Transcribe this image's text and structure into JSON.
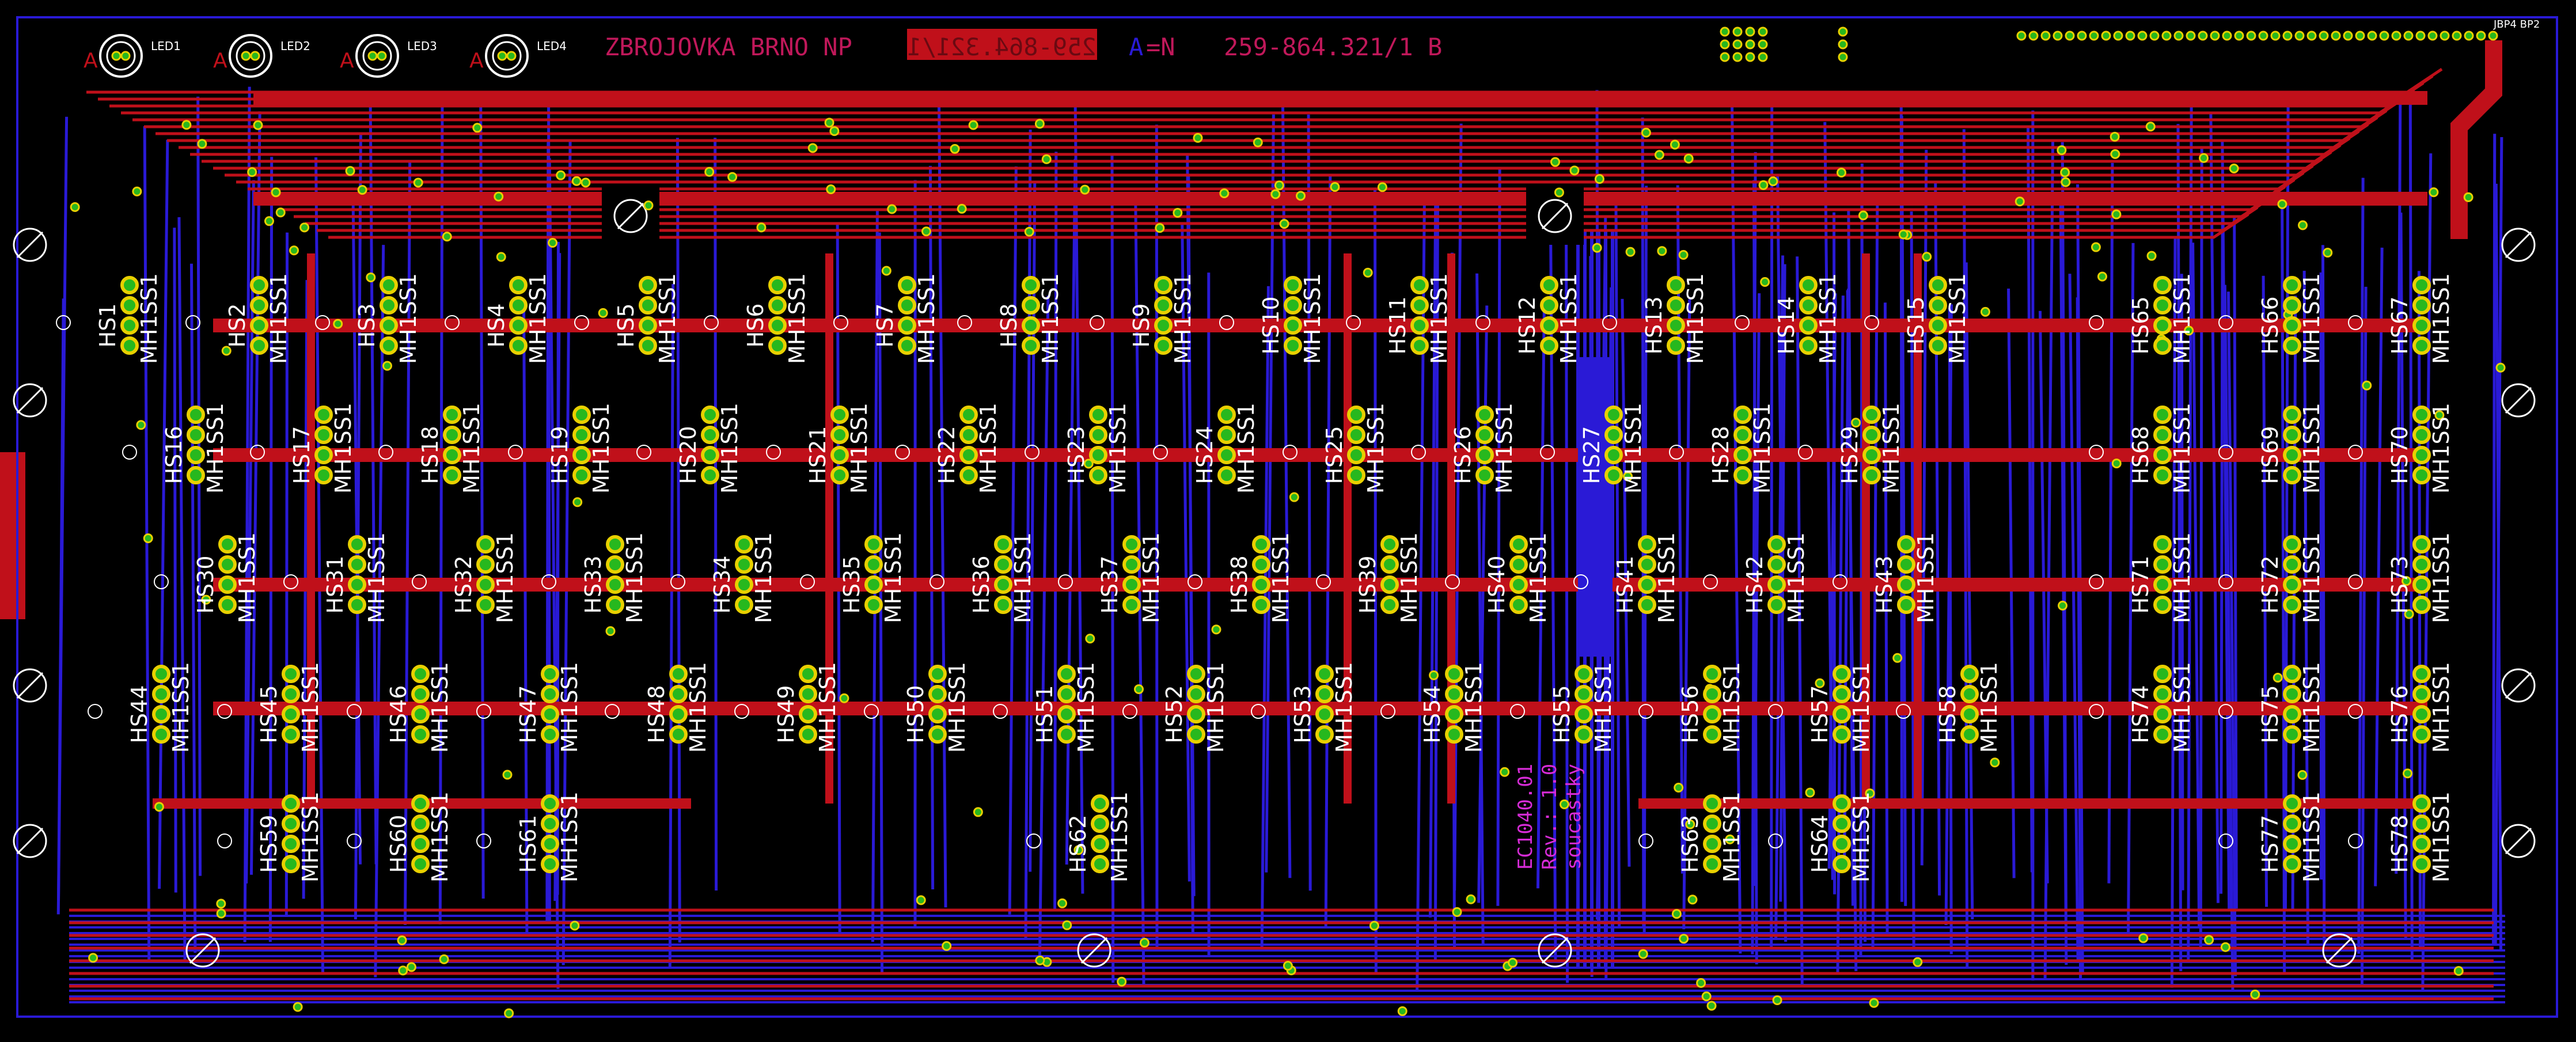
{
  "board": {
    "title_left": "ZBROJOVKA BRNO NP",
    "title_mirror": "259-864.321/1",
    "title_a": "A",
    "title_eq": "=N",
    "title_part": "259-864.321/1 B",
    "note_line1": "EC1040.01",
    "note_line2": "Rev.: 1.0",
    "note_line3": "soucastky",
    "connector_label": "JBP4 BP2",
    "colors": {
      "background": "#000000",
      "top_copper": "#c0101a",
      "bottom_copper": "#2a1ad6",
      "pad_outer": "#e8d000",
      "pad_inner": "#27b81e",
      "silkscreen": "#ffffff",
      "magenta_text": "#d62bd6"
    }
  },
  "leds": [
    {
      "ref": "LED1",
      "polarity": "A"
    },
    {
      "ref": "LED2",
      "polarity": "A"
    },
    {
      "ref": "LED3",
      "polarity": "A"
    },
    {
      "ref": "LED4",
      "polarity": "A"
    }
  ],
  "switch_value": "MH1SS1",
  "rows": [
    {
      "refs": [
        "HS1",
        "HS2",
        "HS3",
        "HS4",
        "HS5",
        "HS6",
        "HS7",
        "HS8",
        "HS9",
        "HS10",
        "HS11",
        "HS12",
        "HS13",
        "HS14",
        "HS15",
        "HS65",
        "HS66",
        "HS67"
      ]
    },
    {
      "refs": [
        "HS16",
        "HS17",
        "HS18",
        "HS19",
        "HS20",
        "HS21",
        "HS22",
        "HS23",
        "HS24",
        "HS25",
        "HS26",
        "HS27",
        "HS28",
        "HS29",
        "HS68",
        "HS69",
        "HS70"
      ]
    },
    {
      "refs": [
        "HS30",
        "HS31",
        "HS32",
        "HS33",
        "HS34",
        "HS35",
        "HS36",
        "HS37",
        "HS38",
        "HS39",
        "HS40",
        "HS41",
        "HS42",
        "HS43",
        "HS71",
        "HS72",
        "HS73"
      ]
    },
    {
      "refs": [
        "HS44",
        "HS45",
        "HS46",
        "HS47",
        "HS48",
        "HS49",
        "HS50",
        "HS51",
        "HS52",
        "HS53",
        "HS54",
        "HS55",
        "HS56",
        "HS57",
        "HS58",
        "HS74",
        "HS75",
        "HS76"
      ]
    },
    {
      "refs": [
        "HS59",
        "HS60",
        "HS61",
        "HS62",
        "HS63",
        "HS64",
        "HS77",
        "HS78"
      ]
    }
  ]
}
